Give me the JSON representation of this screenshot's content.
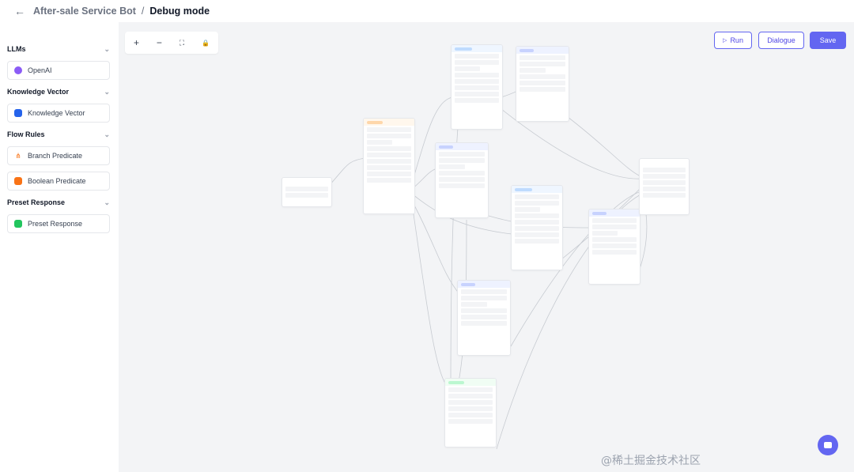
{
  "header": {
    "back_icon": "←",
    "parent": "After-sale Service Bot",
    "separator": "/",
    "current": "Debug mode"
  },
  "sidebar": {
    "sections": [
      {
        "title": "LLMs",
        "items": [
          {
            "label": "OpenAI",
            "icon": "openai-icon",
            "color": "#8b5cf6"
          }
        ]
      },
      {
        "title": "Knowledge Vector",
        "items": [
          {
            "label": "Knowledge Vector",
            "icon": "book-icon",
            "color": "#2563eb"
          }
        ]
      },
      {
        "title": "Flow Rules",
        "items": [
          {
            "label": "Branch Predicate",
            "icon": "branch-icon",
            "color": "#f97316"
          },
          {
            "label": "Boolean Predicate",
            "icon": "boolean-icon",
            "color": "#f97316"
          }
        ]
      },
      {
        "title": "Preset Response",
        "items": [
          {
            "label": "Preset Response",
            "icon": "document-icon",
            "color": "#22c55e"
          }
        ]
      }
    ]
  },
  "toolbar": {
    "zoom_in": "+",
    "zoom_out": "−",
    "fit": "⛶",
    "lock": "🔒",
    "run_label": "Run",
    "dialogue_label": "Dialogue",
    "save_label": "Save"
  },
  "colors": {
    "accent": "#6366f1",
    "canvas": "#f3f4f6"
  },
  "watermark": "@稀土掘金技术社区"
}
